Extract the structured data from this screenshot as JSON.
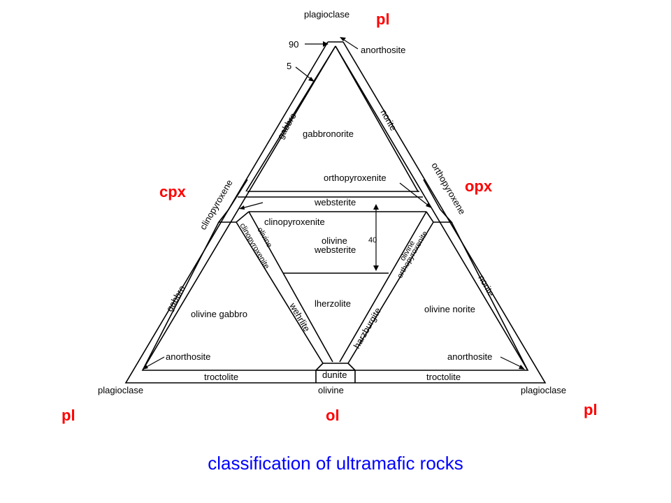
{
  "corner_labels": {
    "top": "pl",
    "bottom_left": "pl",
    "bottom_center": "ol",
    "bottom_right": "pl",
    "left": "cpx",
    "right": "opx"
  },
  "vertex_labels": {
    "top": "plagioclase",
    "bottom_left": "plagioclase",
    "bottom_center": "olivine",
    "bottom_right": "plagioclase"
  },
  "top_triangle": {
    "markers": {
      "p90": "90",
      "p5": "5"
    },
    "edge_left": "gabbro",
    "edge_right": "norite",
    "anorthosite": "anorthosite",
    "field": "gabbronorite",
    "orthopyroxenite": "orthopyroxenite",
    "websterite": "websterite",
    "clinopyroxenite": "clinopyroxenite",
    "olivine_websterite_1": "olivine",
    "olivine_websterite_2": "websterite",
    "scale_40": "40",
    "lherzolite": "lherzolite"
  },
  "side_labels": {
    "clinopyroxene": "clinopyroxene",
    "orthopyroxene": "orthopyroxene",
    "olivine_cpx_1": "olivine",
    "olivine_cpx_2": "clinopyroxenite",
    "olivine_opx_1": "olivine",
    "olivine_opx_2": "orthopyroxenite"
  },
  "left_triangle": {
    "edge": "gabbro",
    "field": "olivine gabbro",
    "anorthosite": "anorthosite",
    "inner_edge": "wehrlite",
    "base": "troctolite"
  },
  "right_triangle": {
    "edge": "norite",
    "field": "olivine norite",
    "anorthosite": "anorthosite",
    "inner_edge": "harzburgite",
    "base": "troctolite"
  },
  "dunite": "dunite",
  "colors": {
    "corner": "#ff0000",
    "caption": "#0000ff"
  },
  "caption": "classification of ultramafic rocks"
}
